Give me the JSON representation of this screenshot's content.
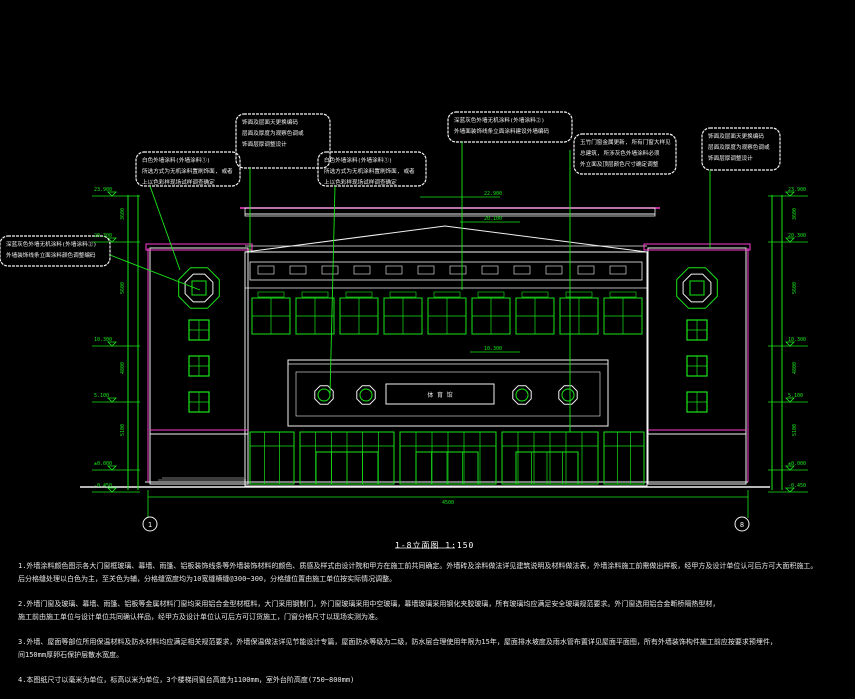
{
  "drawing": {
    "title": "1-8立面图 1:150",
    "axis_left": "1",
    "axis_right": "8",
    "plaque": "体 育 馆",
    "total_width": "4500"
  },
  "elevations_left": [
    "23.900",
    "20.300",
    "10.300",
    "5.100",
    "±0.000",
    "-0.450"
  ],
  "elevations_right": [
    "23.900",
    "20.300",
    "10.300",
    "5.100",
    "±0.000",
    "-0.450"
  ],
  "dims_left": [
    "3600",
    "5600",
    "4800",
    "5100"
  ],
  "dims_right": [
    "3600",
    "5600",
    "4800",
    "5100"
  ],
  "top_marks": [
    "22.900",
    "20.100",
    "10.300"
  ],
  "callouts": [
    {
      "id": "c1",
      "lines": [
        "白色外墙涂料(外墙涂料①)",
        "所选方式为无机涂料置刷饰面, 或者",
        "上以色彩样现场试样调查确定"
      ]
    },
    {
      "id": "c2",
      "lines": [
        "饰面及层面天更换编码",
        "层面及厚度为观察色调或",
        "饰面层厚调整设计"
      ]
    },
    {
      "id": "c3",
      "lines": [
        "白色外墙涂料(外墙涂料①)",
        "所选方式为无机涂料置刷饰面, 或者",
        "上以色彩样现场试样调查确定"
      ]
    },
    {
      "id": "c4",
      "lines": [
        "深蓝灰色外墙无机涂料(外墙涂料②)",
        "外墙面装饰线条立面涂料建设外墙编码"
      ]
    },
    {
      "id": "c5",
      "lines": [
        "玉竹门窗金属更新, 所有门窗大样见",
        "总建筑, 所涉灰色外墙涂料必须",
        "外立面及顶层颜色尺寸确定调整"
      ]
    },
    {
      "id": "c6",
      "lines": [
        "饰面及层面天更换编码",
        "层面及厚度为观察色调或",
        "饰面层厚调整设计"
      ]
    },
    {
      "id": "c7",
      "lines": [
        "深蓝灰色外墙无机涂料(外墙涂料②)",
        "外墙装饰线条立面涂料颜色调整编码"
      ]
    }
  ],
  "notes": [
    "1.外墙涂料颜色图示各大门窗框玻璃、幕墙、雨篷、铝板装饰线条等外墙装饰材料的颜色、质感及样式由设计院和甲方在施工前共同确定。外墙砖及涂料做法详见建筑说明及材料做法表，外墙涂料施工前需做出样板，经甲方及设计单位认可后方可大面积施工。",
    "后分格缝处理以白色为主，至关色为辅，分格缝宽度均为10宽缝横缝@300~300，分格缝位置由施工单位按实际情况调整。",
    "2.外墙门窗及玻璃、幕墙、雨篷、铝板等金属材料门窗均采用铝合金型材框料，大门采用钢制门，外门窗玻璃采用中空玻璃，幕墙玻璃采用钢化夹胶玻璃，所有玻璃均应满足安全玻璃规范要求。外门窗选用铝合金断桥隔热型材，",
    "施工前由施工单位与设计单位共同确认样品，经甲方及设计单位认可后方可订货施工，门窗分格尺寸以现场实测为准。",
    "3.外墙、屋面等部位所用保温材料及防水材料均应满足相关规范要求，外墙保温做法详见节能设计专篇，屋面防水等级为二级，防水层合理使用年限为15年，屋面排水坡度及雨水管布置详见屋面平面图，所有外墙装饰构件施工前应按要求预埋件，",
    "间150mm厚卵石保护层散水宽度。",
    "4.本图纸尺寸以毫米为单位，标高以米为单位，3个楼梯间窗台高度为1100mm，室外台阶高度(750~800mm)"
  ]
}
